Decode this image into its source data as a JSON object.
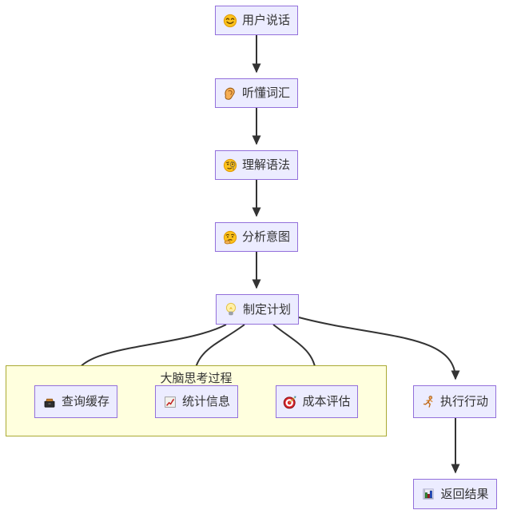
{
  "diagram": {
    "type": "flowchart",
    "direction": "top-down",
    "background": "#FFFFFF",
    "colors": {
      "node_fill": "#ECECFF",
      "node_border": "#9370DB",
      "node_text": "#333333",
      "edge": "#333333",
      "subgraph_fill": "#FFFFDE",
      "subgraph_border": "#AAAA33"
    },
    "subgraph": {
      "title": "大脑思考过程"
    },
    "nodes": [
      {
        "id": "user-speaks",
        "icon": "smiling-face-icon",
        "label": "用户说话"
      },
      {
        "id": "understand-words",
        "icon": "ear-icon",
        "label": "听懂词汇"
      },
      {
        "id": "understand-grammar",
        "icon": "monocle-face-icon",
        "label": "理解语法"
      },
      {
        "id": "analyze-intent",
        "icon": "thinking-face-icon",
        "label": "分析意图"
      },
      {
        "id": "make-plan",
        "icon": "light-bulb-icon",
        "label": "制定计划"
      },
      {
        "id": "query-cache",
        "icon": "card-file-box-icon",
        "label": "查询缓存"
      },
      {
        "id": "statistics",
        "icon": "chart-increasing-icon",
        "label": "统计信息"
      },
      {
        "id": "cost-evaluation",
        "icon": "target-icon",
        "label": "成本评估"
      },
      {
        "id": "execute-action",
        "icon": "runner-icon",
        "label": "执行行动"
      },
      {
        "id": "return-result",
        "icon": "bar-chart-icon",
        "label": "返回结果"
      }
    ],
    "edges": [
      {
        "from": "user-speaks",
        "to": "understand-words"
      },
      {
        "from": "understand-words",
        "to": "understand-grammar"
      },
      {
        "from": "understand-grammar",
        "to": "analyze-intent"
      },
      {
        "from": "analyze-intent",
        "to": "make-plan"
      },
      {
        "from": "make-plan",
        "to": "query-cache"
      },
      {
        "from": "make-plan",
        "to": "statistics"
      },
      {
        "from": "make-plan",
        "to": "cost-evaluation"
      },
      {
        "from": "make-plan",
        "to": "execute-action"
      },
      {
        "from": "execute-action",
        "to": "return-result"
      }
    ]
  }
}
